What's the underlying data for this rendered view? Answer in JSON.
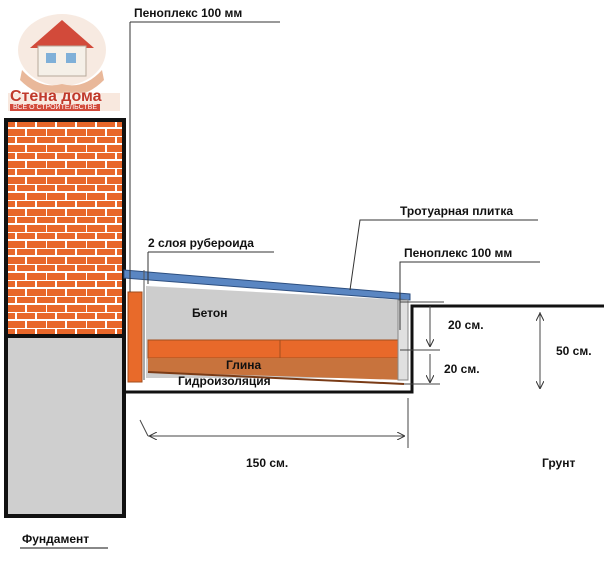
{
  "logo": {
    "title": "Стена дома",
    "subtitle": "ВСЁ О СТРОИТЕЛЬСТВЕ"
  },
  "labels": {
    "penoplex_top": "Пеноплекс 100 мм",
    "trotuarnaya_plitka": "Тротуарная плитка",
    "ruberoid": "2 слоя рубероида",
    "penoplex_right": "Пеноплекс 100 мм",
    "beton": "Бетон",
    "glina": "Глина",
    "gidroizolyaciya": "Гидроизоляция",
    "dim_20_upper": "20 см.",
    "dim_20_lower": "20 см.",
    "dim_50": "50 см.",
    "dim_150": "150 см.",
    "grunt": "Грунт",
    "fundament": "Фундамент"
  },
  "colors": {
    "brick": "#e8672a",
    "concrete": "#cfcfcf",
    "clay": "#c8733d",
    "paving": "#5a86c2",
    "penoplex": "#e86a2a"
  }
}
